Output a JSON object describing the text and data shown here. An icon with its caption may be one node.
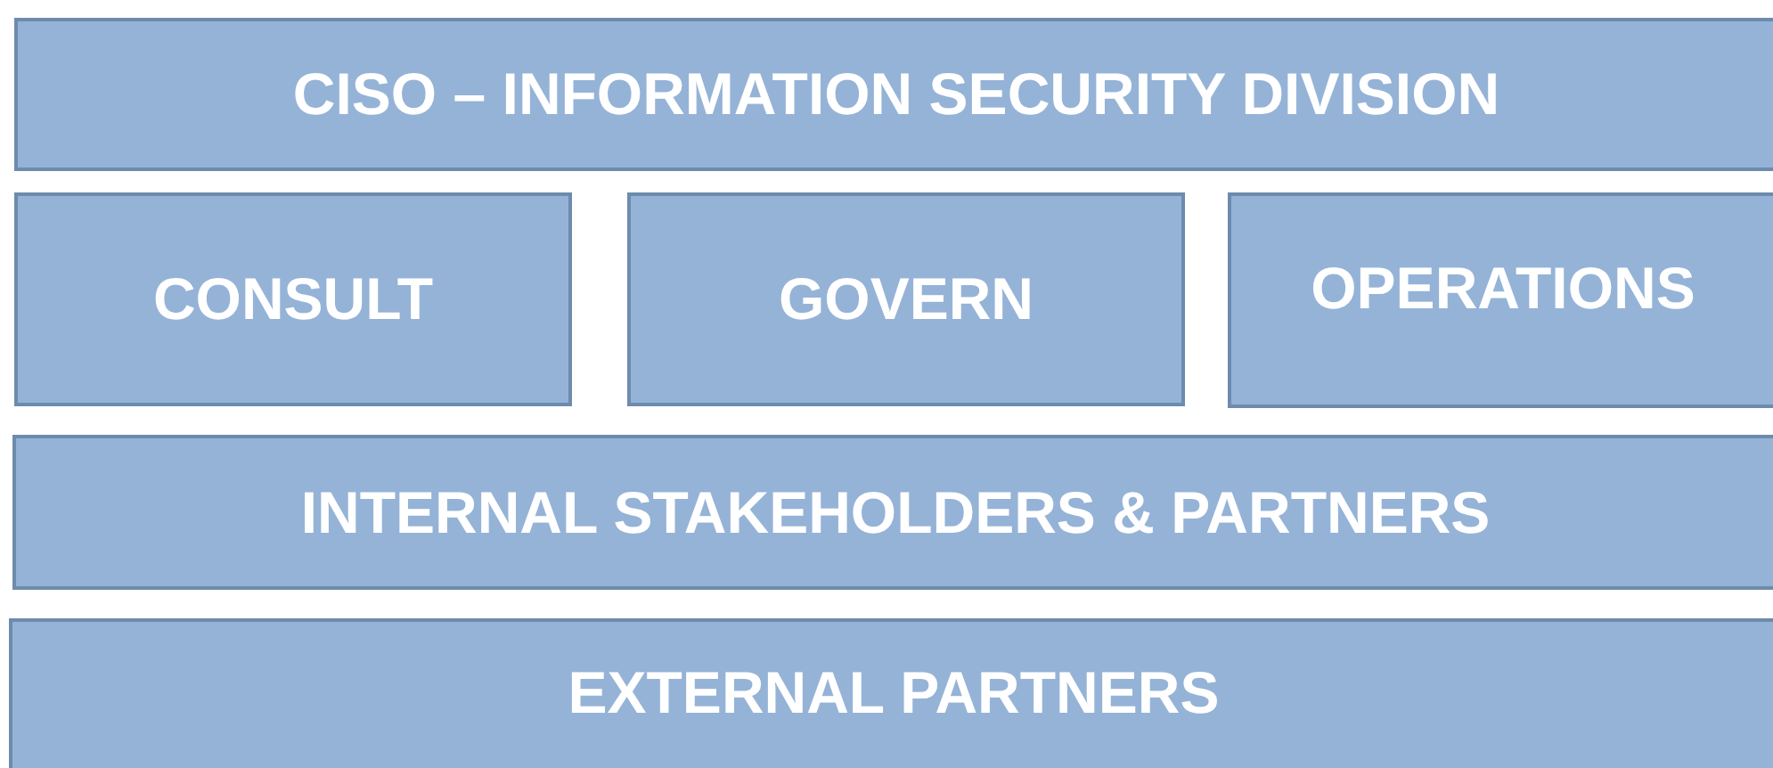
{
  "diagram": {
    "nodes": [
      {
        "text": [
          "CISO – INFORMATION SECURITY DIVISION"
        ]
      },
      {
        "text": [
          "CONSULT"
        ]
      },
      {
        "text": [
          "GOVERN"
        ]
      },
      {
        "text": [
          "OPERATIONS"
        ]
      },
      {
        "text": [
          "INTERNAL STAKEHOLDERS & PARTNERS"
        ]
      },
      {
        "text": [
          "EXTERNAL PARTNERS"
        ]
      }
    ]
  }
}
